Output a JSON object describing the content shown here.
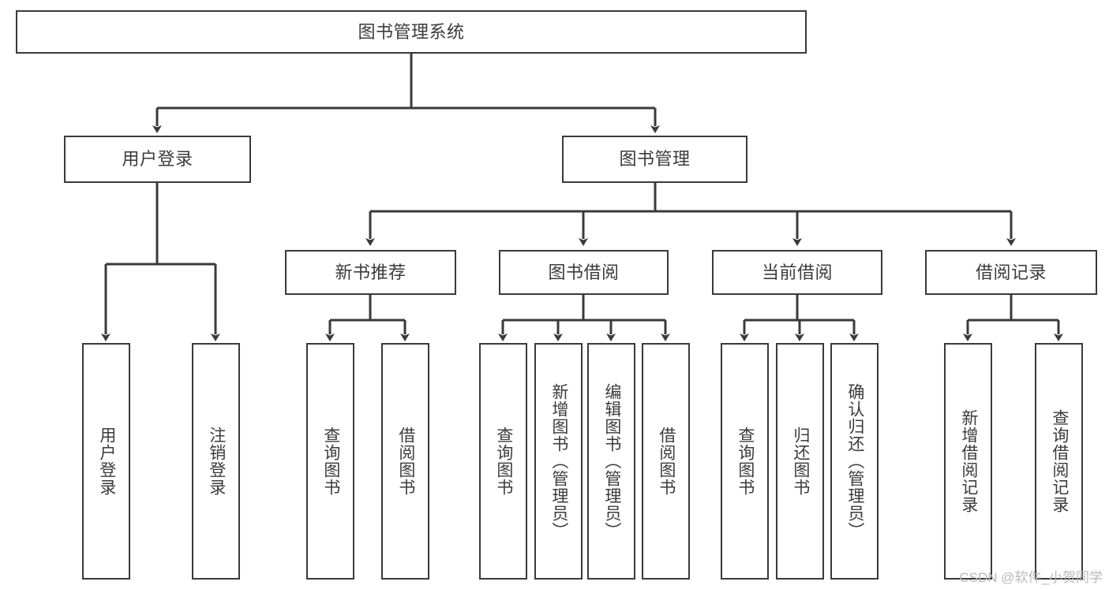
{
  "diagram": {
    "title": "图书管理系统",
    "type": "tree-hierarchy-diagram",
    "watermark": "CSDN @软件_小贺同学",
    "colors": {
      "background": "#ffffff",
      "box_border": "#3a3a3a",
      "box_fill": "#ffffff",
      "text": "#3b3b3b",
      "edge": "#3a3a3a",
      "watermark": "#b9b9b9"
    }
  },
  "nodes": {
    "root": {
      "id": "root",
      "label": "图书管理系统",
      "level": 1,
      "orientation": "horizontal"
    },
    "l2": [
      {
        "id": "user-login",
        "label": "用户登录",
        "level": 2,
        "orientation": "horizontal"
      },
      {
        "id": "book-manage",
        "label": "图书管理",
        "level": 2,
        "orientation": "horizontal"
      }
    ],
    "l3": [
      {
        "id": "new-book-recommend",
        "label": "新书推荐",
        "level": 3,
        "orientation": "horizontal",
        "parent": "book-manage"
      },
      {
        "id": "book-borrow",
        "label": "图书借阅",
        "level": 3,
        "orientation": "horizontal",
        "parent": "book-manage"
      },
      {
        "id": "current-borrow",
        "label": "当前借阅",
        "level": 3,
        "orientation": "horizontal",
        "parent": "book-manage"
      },
      {
        "id": "borrow-record",
        "label": "借阅记录",
        "level": 3,
        "orientation": "horizontal",
        "parent": "book-manage"
      }
    ],
    "leaves": [
      {
        "id": "leaf-user-login",
        "label": "用户登录",
        "orientation": "vertical",
        "parent": "user-login"
      },
      {
        "id": "leaf-user-logout",
        "label": "注销登录",
        "orientation": "vertical",
        "parent": "user-login"
      },
      {
        "id": "leaf-query-book-rec",
        "label": "查询图书",
        "orientation": "vertical",
        "parent": "new-book-recommend"
      },
      {
        "id": "leaf-borrow-book-rec",
        "label": "借阅图书",
        "orientation": "vertical",
        "parent": "new-book-recommend"
      },
      {
        "id": "leaf-query-book-borrow",
        "label": "查询图书",
        "orientation": "vertical",
        "parent": "book-borrow"
      },
      {
        "id": "leaf-add-book-admin",
        "label": "新增图书（管理员）",
        "orientation": "vertical",
        "parent": "book-borrow"
      },
      {
        "id": "leaf-edit-book-admin",
        "label": "编辑图书（管理员）",
        "orientation": "vertical",
        "parent": "book-borrow"
      },
      {
        "id": "leaf-borrow-book",
        "label": "借阅图书",
        "orientation": "vertical",
        "parent": "book-borrow"
      },
      {
        "id": "leaf-query-book-current",
        "label": "查询图书",
        "orientation": "vertical",
        "parent": "current-borrow"
      },
      {
        "id": "leaf-return-book",
        "label": "归还图书",
        "orientation": "vertical",
        "parent": "current-borrow"
      },
      {
        "id": "leaf-confirm-return-admin",
        "label": "确认归还（管理员）",
        "orientation": "vertical",
        "parent": "current-borrow"
      },
      {
        "id": "leaf-add-borrow-record",
        "label": "新增借阅记录",
        "orientation": "vertical",
        "parent": "borrow-record"
      },
      {
        "id": "leaf-query-borrow-record",
        "label": "查询借阅记录",
        "orientation": "vertical",
        "parent": "borrow-record"
      }
    ]
  }
}
